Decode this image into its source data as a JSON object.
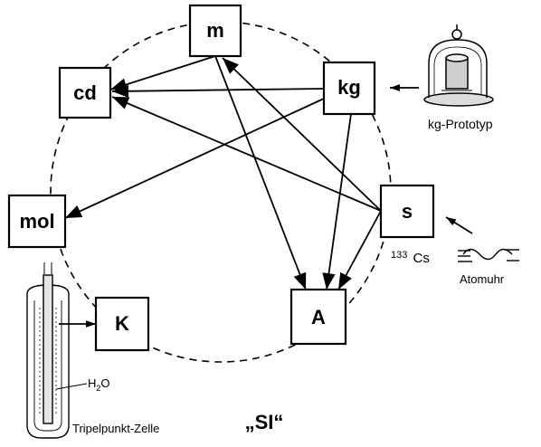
{
  "diagram": {
    "title": "„SI“",
    "units": {
      "m": "m",
      "cd": "cd",
      "kg": "kg",
      "mol": "mol",
      "s": "s",
      "K": "K",
      "A": "A"
    },
    "annotations": {
      "kg_prototype": "kg-Prototyp",
      "cs_mass": "133",
      "cs_symbol": "Cs",
      "atomic_clock": "Atomuhr",
      "water_h": "H",
      "water_sub": "2",
      "water_o": "O",
      "triple_point_cell": "Tripelpunkt-Zelle"
    }
  }
}
